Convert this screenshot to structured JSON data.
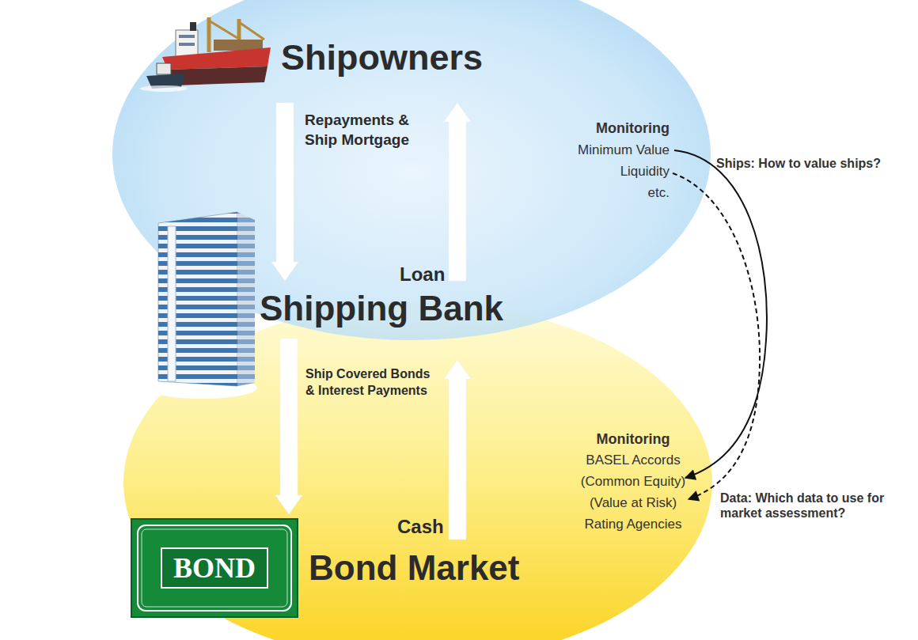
{
  "diagram": {
    "nodes": [
      {
        "text": [
          "Shipowners"
        ]
      },
      {
        "text": [
          "Shipping Bank"
        ]
      },
      {
        "text": [
          "Bond Market"
        ]
      },
      {
        "text": [
          "BOND"
        ],
        "in": 2
      }
    ],
    "edges": [
      {
        "from": 0,
        "to": 1,
        "label": "Repayments & Ship Mortgage",
        "arrow": "to"
      },
      {
        "from": 1,
        "to": 0,
        "label": "Loan",
        "arrow": "to"
      },
      {
        "from": 1,
        "to": 2,
        "label": "Ship Covered Bonds & Interest Payments",
        "arrow": "to"
      },
      {
        "from": 2,
        "to": 1,
        "label": "Cash",
        "arrow": "to"
      }
    ],
    "labels": [
      "Monitoring",
      "Minimum Value",
      "Liquidity",
      "etc.",
      "Ships: How to value ships?",
      "Monitoring",
      "BASEL Accords",
      "(Common Equity)",
      "(Value at Risk)",
      "Rating Agencies",
      "Data: Which data to use for market assessment?"
    ]
  }
}
